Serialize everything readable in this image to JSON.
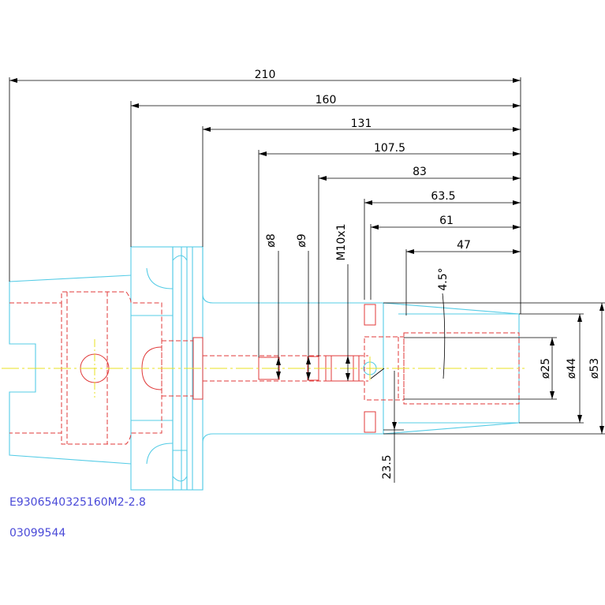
{
  "dimensions": {
    "d210": "210",
    "d160": "160",
    "d131": "131",
    "d107_5": "107.5",
    "d83": "83",
    "d63_5": "63.5",
    "d61": "61",
    "d47": "47",
    "dia8": "ø8",
    "dia9": "ø9",
    "thread": "M10x1",
    "angle": "4.5°",
    "dia25": "ø25",
    "dia44": "ø44",
    "dia53": "ø53",
    "d23_5": "23.5"
  },
  "part_code": "E9306540325160M2-2.8",
  "order_number": "03099544",
  "colors": {
    "outline": "#55cce6",
    "hidden": "#e03a3a",
    "centerline": "#e8e020",
    "dimension": "#000000",
    "code_text": "#4a4ad8"
  }
}
